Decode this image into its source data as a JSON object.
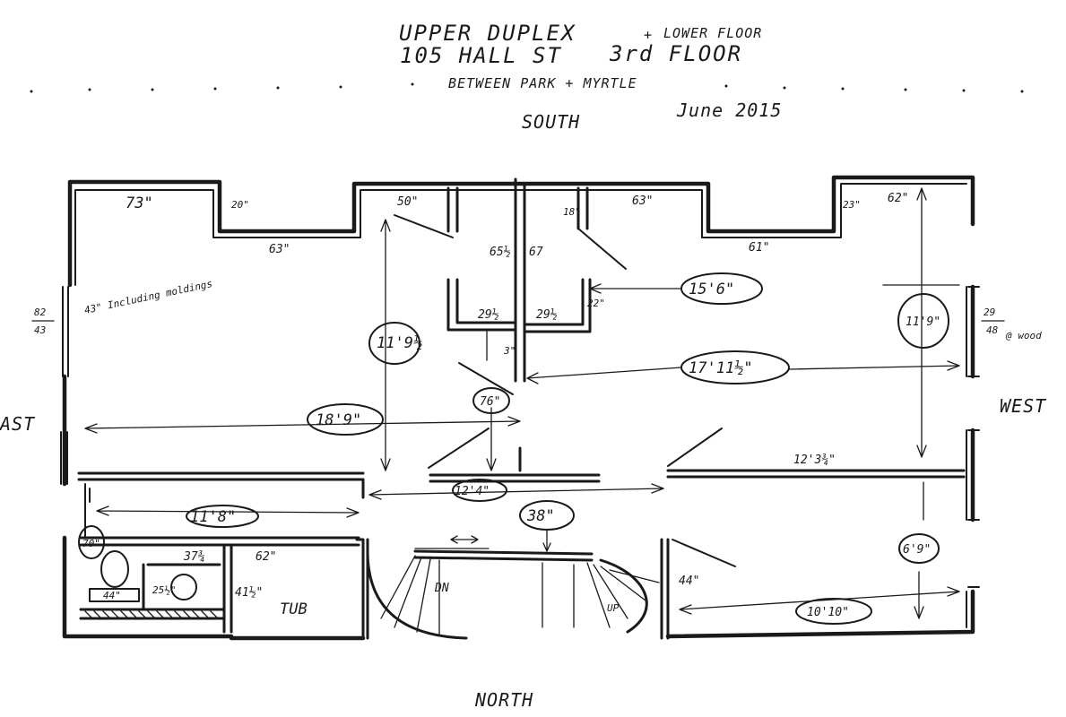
{
  "header": {
    "title_line1": "UPPER DUPLEX",
    "title_and": "+",
    "title_lower_floor": "LOWER FLOOR",
    "title_line2": "105 HALL ST",
    "title_floor": "3rd FLOOR",
    "subtitle": "BETWEEN PARK + MYRTLE",
    "date": "June 2015"
  },
  "compass": {
    "south": "SOUTH",
    "north": "NORTH",
    "east": "AST",
    "west": "WEST"
  },
  "dimensions": {
    "d73": "73\"",
    "d20": "20\"",
    "d63a": "63\"",
    "d50": "50\"",
    "d18": "18\"",
    "d63b": "63\"",
    "d23": "23\"",
    "d62a": "62\"",
    "d61": "61\"",
    "d65": "65½",
    "d67": "67",
    "d29a": "29½",
    "d29b": "29½",
    "d22": "22\"",
    "d3": "3\"",
    "d15_6": "15'6\"",
    "d11_9_half": "11'9½",
    "d17_11": "17'11½\"",
    "d76": "76\"",
    "d18_9": "18'9\"",
    "d11_9_west": "11'9\"",
    "d12_4": "12'4\"",
    "d12_3": "12'3¾\"",
    "d38": "38\"",
    "d11_8": "11'8\"",
    "d70": "70\"",
    "d37": "37¾",
    "d62b": "62\"",
    "d44a": "44\"",
    "d25": "25½\"",
    "d41": "41½\"",
    "d44b": "44\"",
    "d6_9": "6'9\"",
    "d10_10": "10'10\"",
    "east_window_a": "82",
    "east_window_b": "43",
    "west_window_a": "29",
    "west_window_b": "48",
    "west_window_note": "@ wood"
  },
  "labels": {
    "including_moldings": "43\" Including moldings",
    "tub": "TUB",
    "dn": "DN",
    "up": "UP"
  }
}
